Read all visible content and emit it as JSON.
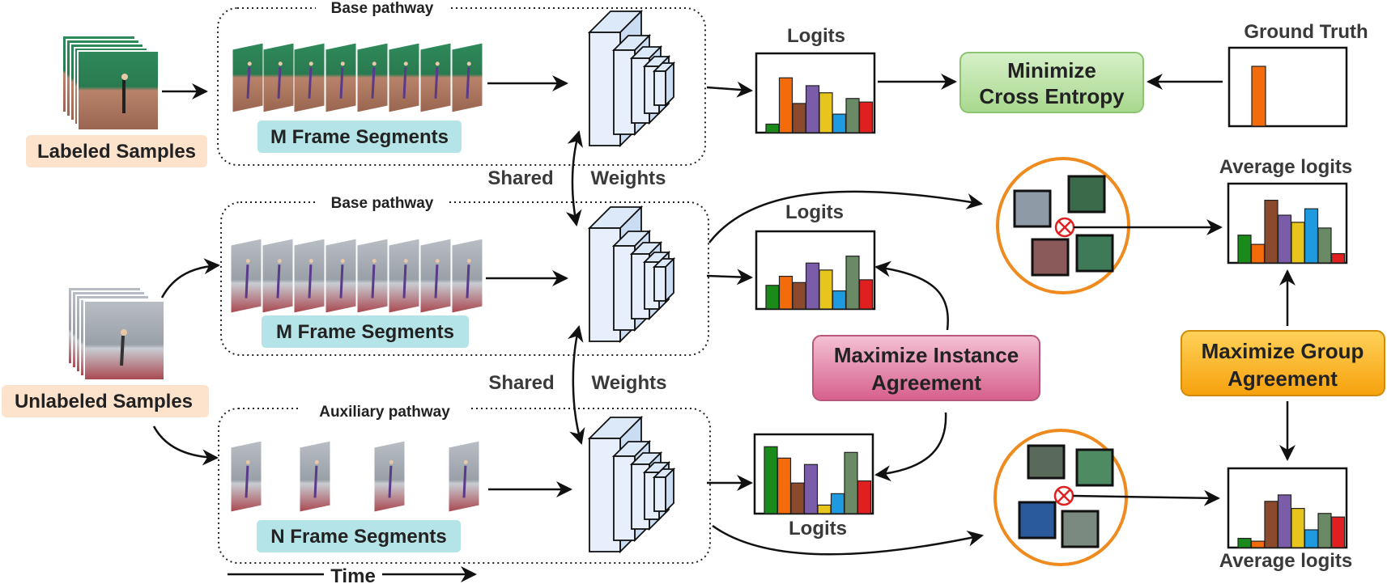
{
  "labels": {
    "labeled_samples": "Labeled Samples",
    "unlabeled_samples": "Unlabeled Samples",
    "base_pathway_1": "Base pathway",
    "base_pathway_2": "Base pathway",
    "auxiliary_pathway": "Auxiliary pathway",
    "m_frame_segments_1": "M Frame Segments",
    "m_frame_segments_2": "M Frame Segments",
    "n_frame_segments": "N Frame Segments",
    "shared_1": "Shared",
    "weights_1": "Weights",
    "shared_2": "Shared",
    "weights_2": "Weights",
    "logits_1": "Logits",
    "logits_2": "Logits",
    "logits_3": "Logits",
    "ground_truth": "Ground Truth",
    "minimize_line1": "Minimize",
    "minimize_line2": "Cross Entropy",
    "average_logits_top": "Average logits",
    "average_logits_bottom": "Average logits",
    "instance_line1": "Maximize Instance",
    "instance_line2": "Agreement",
    "group_line1": "Maximize Group",
    "group_line2": "Agreement",
    "time": "Time"
  },
  "colors": {
    "bar_palette": [
      "#1a8a1a",
      "#f46b0c",
      "#8b4a2b",
      "#7a5ca8",
      "#e8c51c",
      "#1e9be0",
      "#6a8a66",
      "#e02020"
    ],
    "labeled_tag": "#fde3cc",
    "segment_tag": "#b4e4e8",
    "minimize_box": "#bfe6ae",
    "instance_box": "#e3789f",
    "group_box": "#fbb31c",
    "circle": "#ef8a1e"
  },
  "bar_charts": {
    "logits_1": [
      0.12,
      0.77,
      0.41,
      0.66,
      0.56,
      0.26,
      0.48,
      0.43
    ],
    "logits_2": [
      0.34,
      0.47,
      0.38,
      0.66,
      0.56,
      0.26,
      0.76,
      0.42
    ],
    "logits_3": [
      0.94,
      0.78,
      0.43,
      0.69,
      0.12,
      0.28,
      0.86,
      0.46
    ],
    "ground_truth": [
      0,
      1.0,
      0,
      0,
      0,
      0,
      0,
      0
    ],
    "average_top": [
      0.39,
      0.26,
      0.88,
      0.67,
      0.57,
      0.76,
      0.49,
      0.13
    ],
    "average_bottom": [
      0.13,
      0.09,
      0.65,
      0.74,
      0.55,
      0.25,
      0.48,
      0.43
    ]
  }
}
